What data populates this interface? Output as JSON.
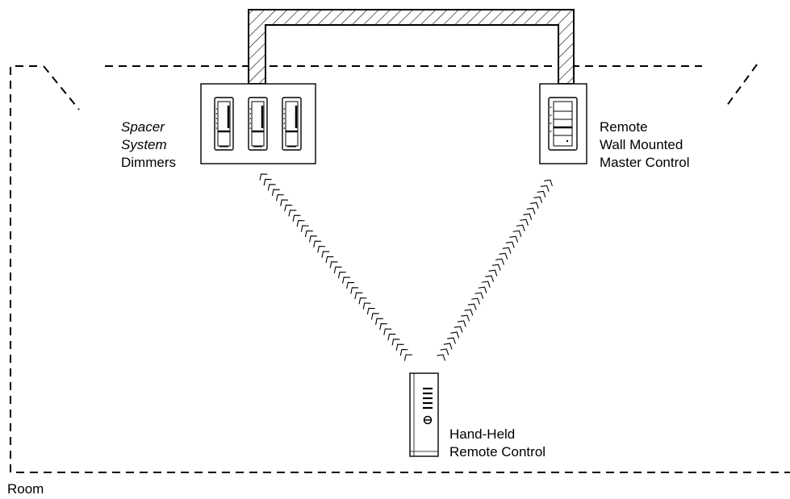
{
  "labels": {
    "spacer_line1": "Spacer",
    "spacer_line2": "System",
    "spacer_line3": "Dimmers",
    "remote_line1": "Remote",
    "remote_line2": "Wall Mounted",
    "remote_line3": "Master Control",
    "handheld_line1": "Hand-Held",
    "handheld_line2": "Remote Control",
    "room": "Room"
  },
  "components": {
    "dimmers": {
      "count": 3
    },
    "master_control": {
      "count": 1
    },
    "handheld_remote": {
      "count": 1
    }
  },
  "connections": [
    {
      "from": "Spacer System Dimmers",
      "to": "Remote Wall Mounted Master Control",
      "style": "hatched-wire"
    },
    {
      "from": "Hand-Held Remote Control",
      "to": "Spacer System Dimmers",
      "style": "infrared-signal"
    },
    {
      "from": "Hand-Held Remote Control",
      "to": "Remote Wall Mounted Master Control",
      "style": "infrared-signal"
    }
  ],
  "colors": {
    "ink": "#000000",
    "panel": "#ffffff"
  }
}
